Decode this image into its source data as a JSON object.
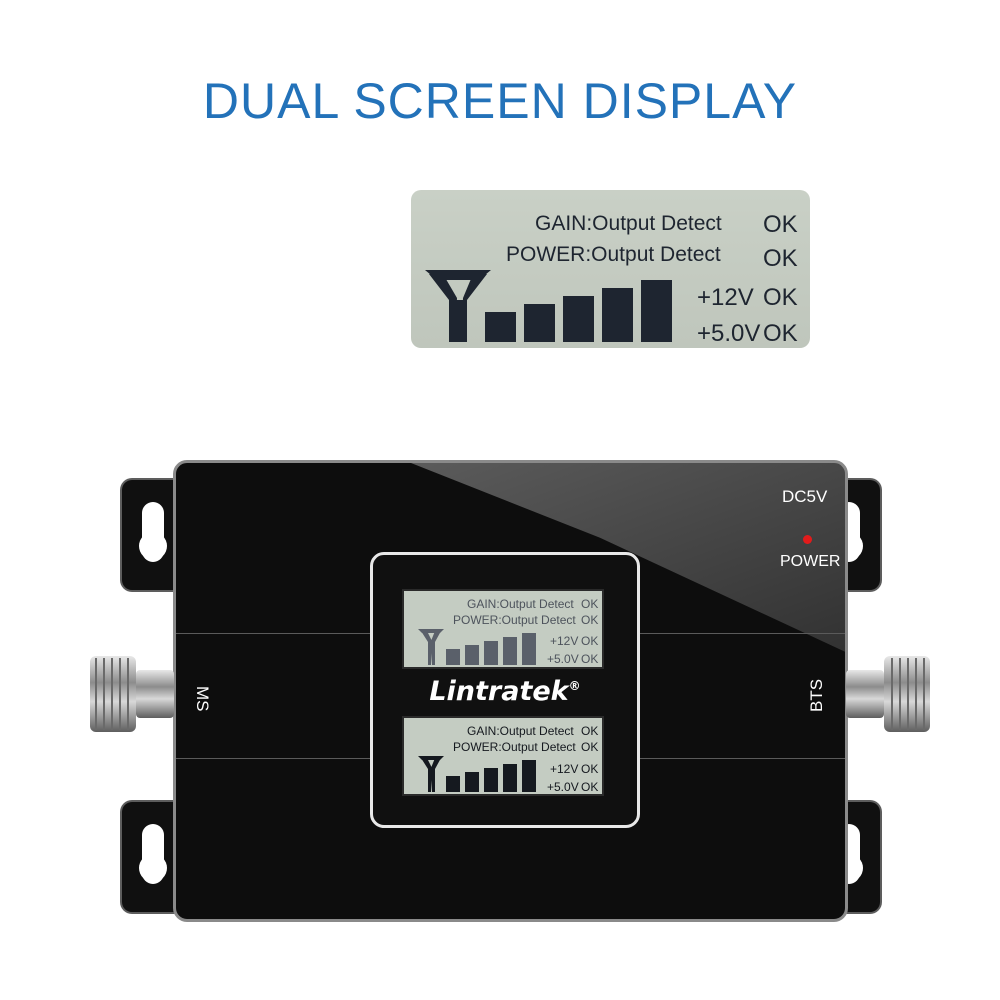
{
  "heading": {
    "text": "DUAL SCREEN DISPLAY",
    "color": "#2372b9"
  },
  "lcd": {
    "gain_label": "GAIN:Output Detect",
    "gain_status": "OK",
    "power_label": "POWER:Output Detect",
    "power_status": "OK",
    "v12_label": "+12V",
    "v12_status": "OK",
    "v5_label": "+5.0V",
    "v5_status": "OK",
    "signal_bars": 5
  },
  "device": {
    "brand": "Lintratek",
    "brand_mark": "®",
    "dc_label": "DC5V",
    "power_label": "POWER",
    "power_led_color": "#e21b1b",
    "left_port_label": "MS",
    "right_port_label": "BTS"
  }
}
